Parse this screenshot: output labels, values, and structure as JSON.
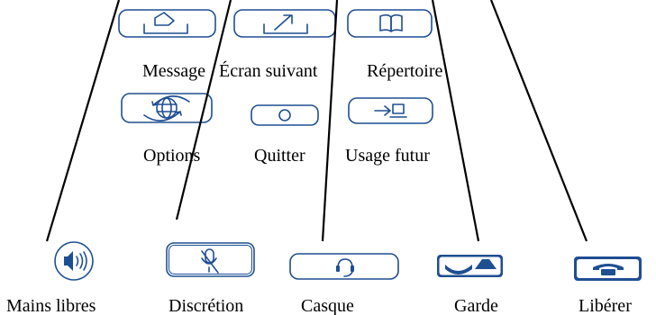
{
  "keys": {
    "message": "Message",
    "ecran_suivant": "Écran suivant",
    "repertoire": "Répertoire",
    "options": "Options",
    "quitter": "Quitter",
    "usage_futur": "Usage futur",
    "mains_libres": "Mains libres",
    "discretion": "Discrétion",
    "casque": "Casque",
    "garde": "Garde",
    "liberer": "Libérer"
  },
  "colors": {
    "key_outline": "#1e4f92",
    "key_fill": "#1f4e91",
    "callout_line": "#000000"
  }
}
